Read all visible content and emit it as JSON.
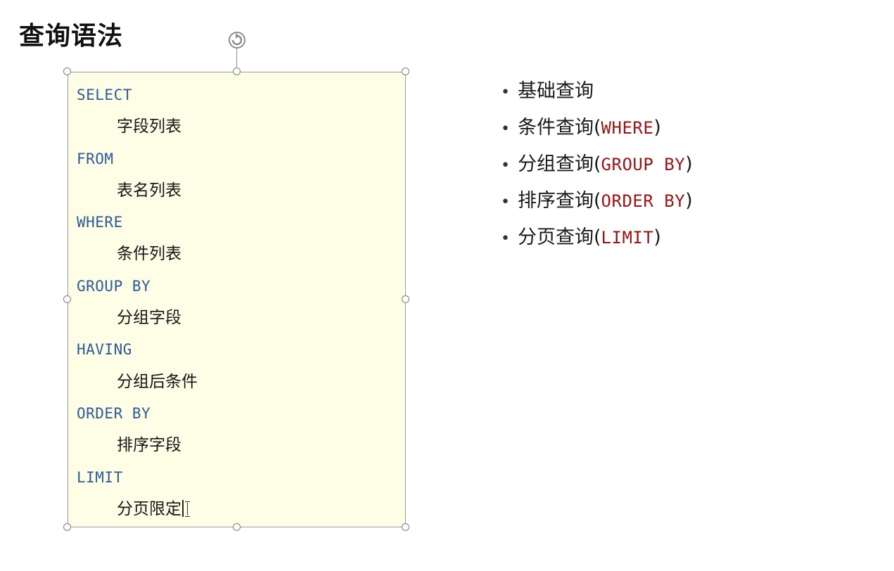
{
  "slide": {
    "title": "查询语法"
  },
  "code_box": {
    "lines": [
      {
        "keyword": "SELECT",
        "value": "字段列表"
      },
      {
        "keyword": "FROM",
        "value": "表名列表"
      },
      {
        "keyword": "WHERE",
        "value": "条件列表"
      },
      {
        "keyword": "GROUP BY",
        "value": "分组字段"
      },
      {
        "keyword": "HAVING",
        "value": "分组后条件"
      },
      {
        "keyword": "ORDER BY",
        "value": "排序字段"
      },
      {
        "keyword": "LIMIT",
        "value": "分页限定"
      }
    ]
  },
  "bullets": {
    "marker": "•",
    "items": [
      {
        "text": "基础查询",
        "code": "",
        "open": "",
        "close": ""
      },
      {
        "text": "条件查询",
        "code": "WHERE",
        "open": "(",
        "close": ")"
      },
      {
        "text": "分组查询",
        "code": "GROUP BY",
        "open": "(",
        "close": ")"
      },
      {
        "text": "排序查询",
        "code": "ORDER BY",
        "open": "(",
        "close": ")"
      },
      {
        "text": "分页查询",
        "code": "LIMIT",
        "open": "(",
        "close": ")"
      }
    ]
  },
  "colors": {
    "keyword": "#2e5a96",
    "code_accent": "#9b1414",
    "box_fill": "#fefde6"
  },
  "icons": {
    "rotate_handle": "rotate-icon",
    "text_cursor": "ibeam-cursor-icon"
  }
}
